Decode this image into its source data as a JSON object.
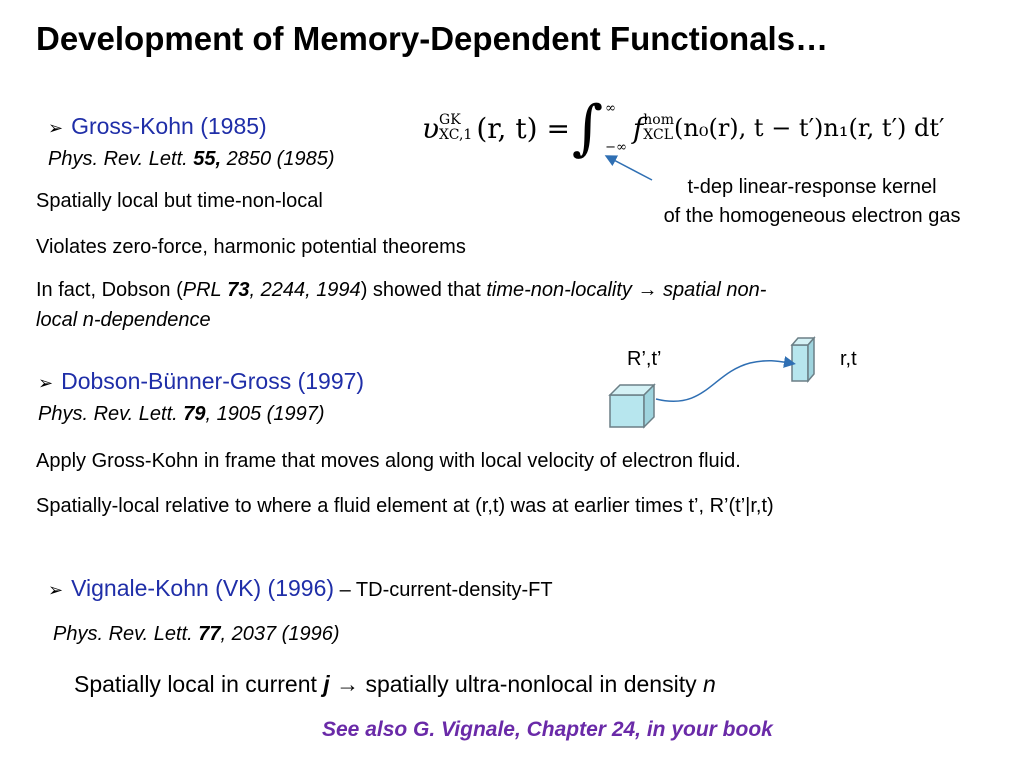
{
  "title": "Development of Memory-Dependent Functionals…",
  "gk": {
    "heading": "Gross-Kohn (1985)",
    "ref_pre": "Phys. Rev. Lett.",
    "ref_vol": "55,",
    "ref_post": "2850 (1985)",
    "line1": "Spatially local but time-non-local",
    "line2": "Violates zero-force, harmonic potential theorems",
    "dobson_pre": "In fact, Dobson (",
    "dobson_ref_a": "PRL",
    "dobson_ref_vol": "73",
    "dobson_ref_b": ", 2244, 1994",
    "dobson_mid": ") showed that ",
    "dobson_it1": "time-non-locality",
    "dobson_arrow": "→",
    "dobson_it2": "spatial non-",
    "dobson_it3": "local n-dependence"
  },
  "formula": {
    "v": "υ",
    "v_sup": "GK",
    "v_sub": "XC,1",
    "args": "(r, t) =",
    "upper": "∞",
    "lower": "−∞",
    "f": "f",
    "f_sup": "hom",
    "f_sub": "XCL",
    "body": "(n₀(r), t − t′)n₁(r, t′) dt′"
  },
  "kernel_label": {
    "line1": "t-dep linear-response kernel",
    "line2": "of the homogeneous electron gas"
  },
  "diagram": {
    "label_from": "R’,t’",
    "label_to": "r,t",
    "colors": {
      "cube_fill": "#b7e6ee",
      "cube_edge": "#6b7f86",
      "arrow": "#2f6fb3"
    }
  },
  "dbg": {
    "heading": "Dobson-Bünner-Gross (1997)",
    "ref_pre": "Phys. Rev. Lett.",
    "ref_vol": "79",
    "ref_post": ", 1905 (1997)",
    "line1": "Apply Gross-Kohn in frame that moves along with local velocity of electron fluid.",
    "line2": "Spatially-local relative to where a fluid element at (r,t) was at earlier times t’, R’(t’|r,t)"
  },
  "vk": {
    "heading": "Vignale-Kohn (VK) (1996)",
    "heading_suffix": " – TD-current-density-FT",
    "ref_pre": "Phys. Rev. Lett.",
    "ref_vol": "77",
    "ref_post": ", 2037 (1996)",
    "line_pre": "Spatially local in current ",
    "line_j": "j",
    "line_arrow": "→",
    "line_post": " spatially ultra-nonlocal in density ",
    "line_n": "n"
  },
  "note": "See also G. Vignale, Chapter 24, in your book",
  "colors": {
    "heading": "#1f2ea8",
    "note": "#6a2aa8"
  }
}
